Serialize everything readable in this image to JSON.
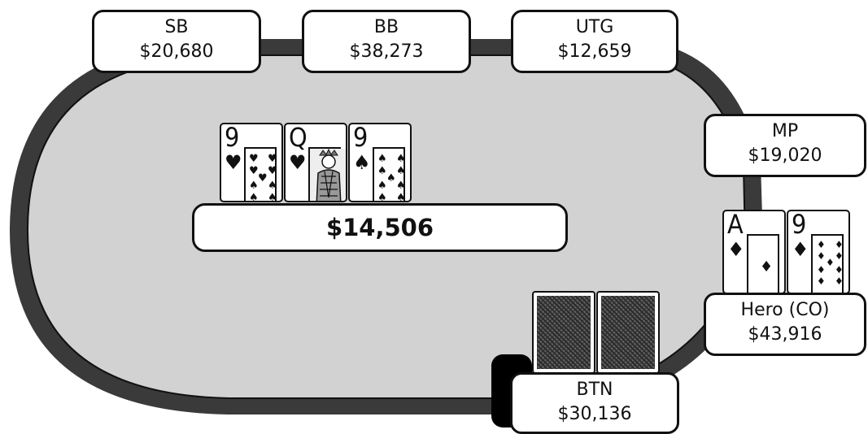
{
  "colors": {
    "felt": "#d2d2d2",
    "rail": "#3a3a3a",
    "outline": "#111111",
    "card_back": "#777777"
  },
  "pot": {
    "label": "$14,506"
  },
  "seats": {
    "sb": {
      "position": "SB",
      "stack": "$20,680"
    },
    "bb": {
      "position": "BB",
      "stack": "$38,273"
    },
    "utg": {
      "position": "UTG",
      "stack": "$12,659"
    },
    "mp": {
      "position": "MP",
      "stack": "$19,020"
    },
    "hero": {
      "position": "Hero (CO)",
      "stack": "$43,916"
    },
    "btn": {
      "position": "BTN",
      "stack": "$30,136"
    }
  },
  "board": [
    {
      "rank": "9",
      "suit": "♥",
      "suit_name": "hearts"
    },
    {
      "rank": "Q",
      "suit": "♥",
      "suit_name": "hearts"
    },
    {
      "rank": "9",
      "suit": "♠",
      "suit_name": "spades"
    }
  ],
  "hero_cards": [
    {
      "rank": "A",
      "suit": "♦",
      "suit_name": "diamonds"
    },
    {
      "rank": "9",
      "suit": "♦",
      "suit_name": "diamonds"
    }
  ],
  "btn_cards": [
    {
      "face": "down"
    },
    {
      "face": "down"
    }
  ]
}
